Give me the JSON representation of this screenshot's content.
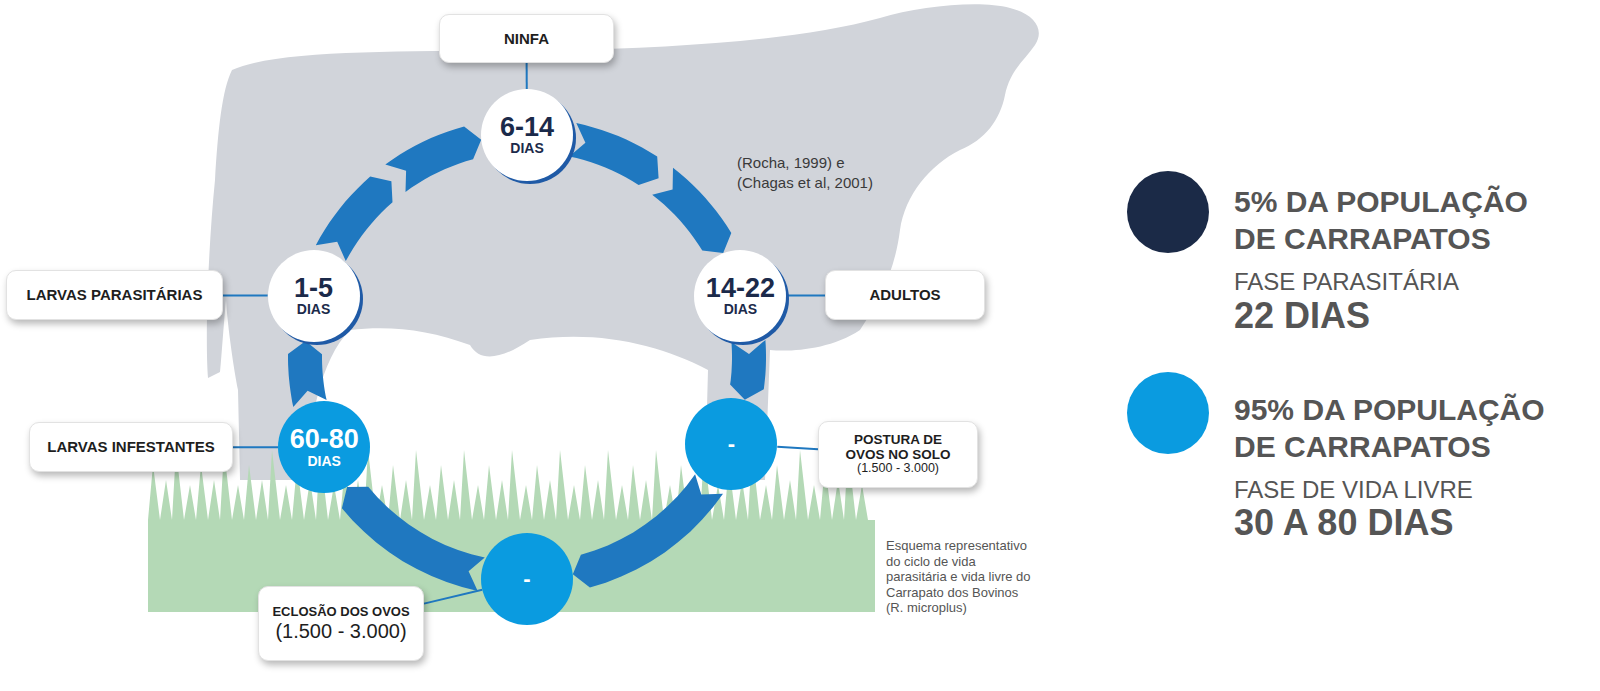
{
  "diagram": {
    "caption": "Esquema representativo do ciclo de vida parasitária e vida livre do Carrapato dos Bovinos (R. microplus)",
    "nodes": [
      {
        "text": [
          "NINFA"
        ]
      },
      {
        "text": [
          "6-14",
          "DIAS"
        ]
      },
      {
        "text": [
          "LARVAS PARASITÁRIAS"
        ]
      },
      {
        "text": [
          "1-5",
          "DIAS"
        ]
      },
      {
        "text": [
          "14-22",
          "DIAS"
        ]
      },
      {
        "text": [
          "ADULTOS"
        ]
      },
      {
        "text": [
          "LARVAS INFESTANTES"
        ]
      },
      {
        "text": [
          "60-80",
          "DIAS"
        ]
      },
      {
        "text": [
          "-"
        ]
      },
      {
        "text": [
          "POSTURA DE OVOS NO SOLO",
          "(1.500 - 3.000)"
        ]
      },
      {
        "text": [
          "-"
        ]
      },
      {
        "text": [
          "ECLOSÃO DOS OVOS",
          "(1.500 - 3.000)"
        ]
      }
    ],
    "edges": [
      {
        "from": 0,
        "to": 1,
        "arrow": "none"
      },
      {
        "from": 2,
        "to": 3,
        "arrow": "none"
      },
      {
        "from": 5,
        "to": 4,
        "arrow": "none"
      },
      {
        "from": 6,
        "to": 7,
        "arrow": "none"
      },
      {
        "from": 9,
        "to": 8,
        "arrow": "none"
      },
      {
        "from": 11,
        "to": 10,
        "arrow": "none"
      },
      {
        "from": 7,
        "to": 3,
        "arrow": "to"
      },
      {
        "from": 3,
        "to": 1,
        "arrow": "to"
      },
      {
        "from": 1,
        "to": 4,
        "arrow": "to"
      },
      {
        "from": 4,
        "to": 8,
        "arrow": "to"
      },
      {
        "from": 8,
        "to": 10,
        "arrow": "to"
      },
      {
        "from": 10,
        "to": 7,
        "arrow": "to"
      }
    ],
    "labels": [
      "(Rocha, 1999) e (Chagas et al, 2001)",
      "FASE PARASITÁRIA",
      "22 DIAS",
      "FASE DE VIDA LIVRE",
      "30 A 80 DIAS"
    ],
    "legend": [
      {
        "text": "5% DA POPULAÇÃO DE CARRAPATOS",
        "color": "#1b2a47"
      },
      {
        "text": "95% DA POPULAÇÃO DE CARRAPATOS",
        "color": "#0a9be0"
      }
    ]
  }
}
